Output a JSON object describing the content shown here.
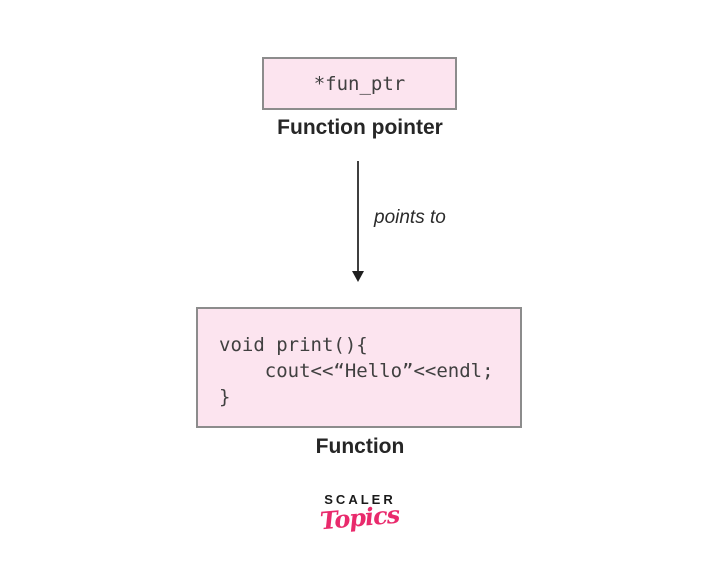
{
  "diagram": {
    "pointer_box": {
      "code": "*fun_ptr",
      "label": "Function pointer"
    },
    "arrow": {
      "label": "points to"
    },
    "function_box": {
      "code_lines": [
        "void print(){",
        "    cout<<“Hello”<<endl;",
        "}"
      ],
      "label": "Function"
    },
    "colors": {
      "box_fill": "#fce4ef",
      "box_border": "#8c8c8c",
      "arrow": "#3f3f3f",
      "text": "#262626",
      "code_text": "#404040",
      "logo_black": "#1a1a1a",
      "logo_pink": "#e92a6c"
    }
  },
  "logo": {
    "brand": "SCALER",
    "sub": "Topics"
  }
}
